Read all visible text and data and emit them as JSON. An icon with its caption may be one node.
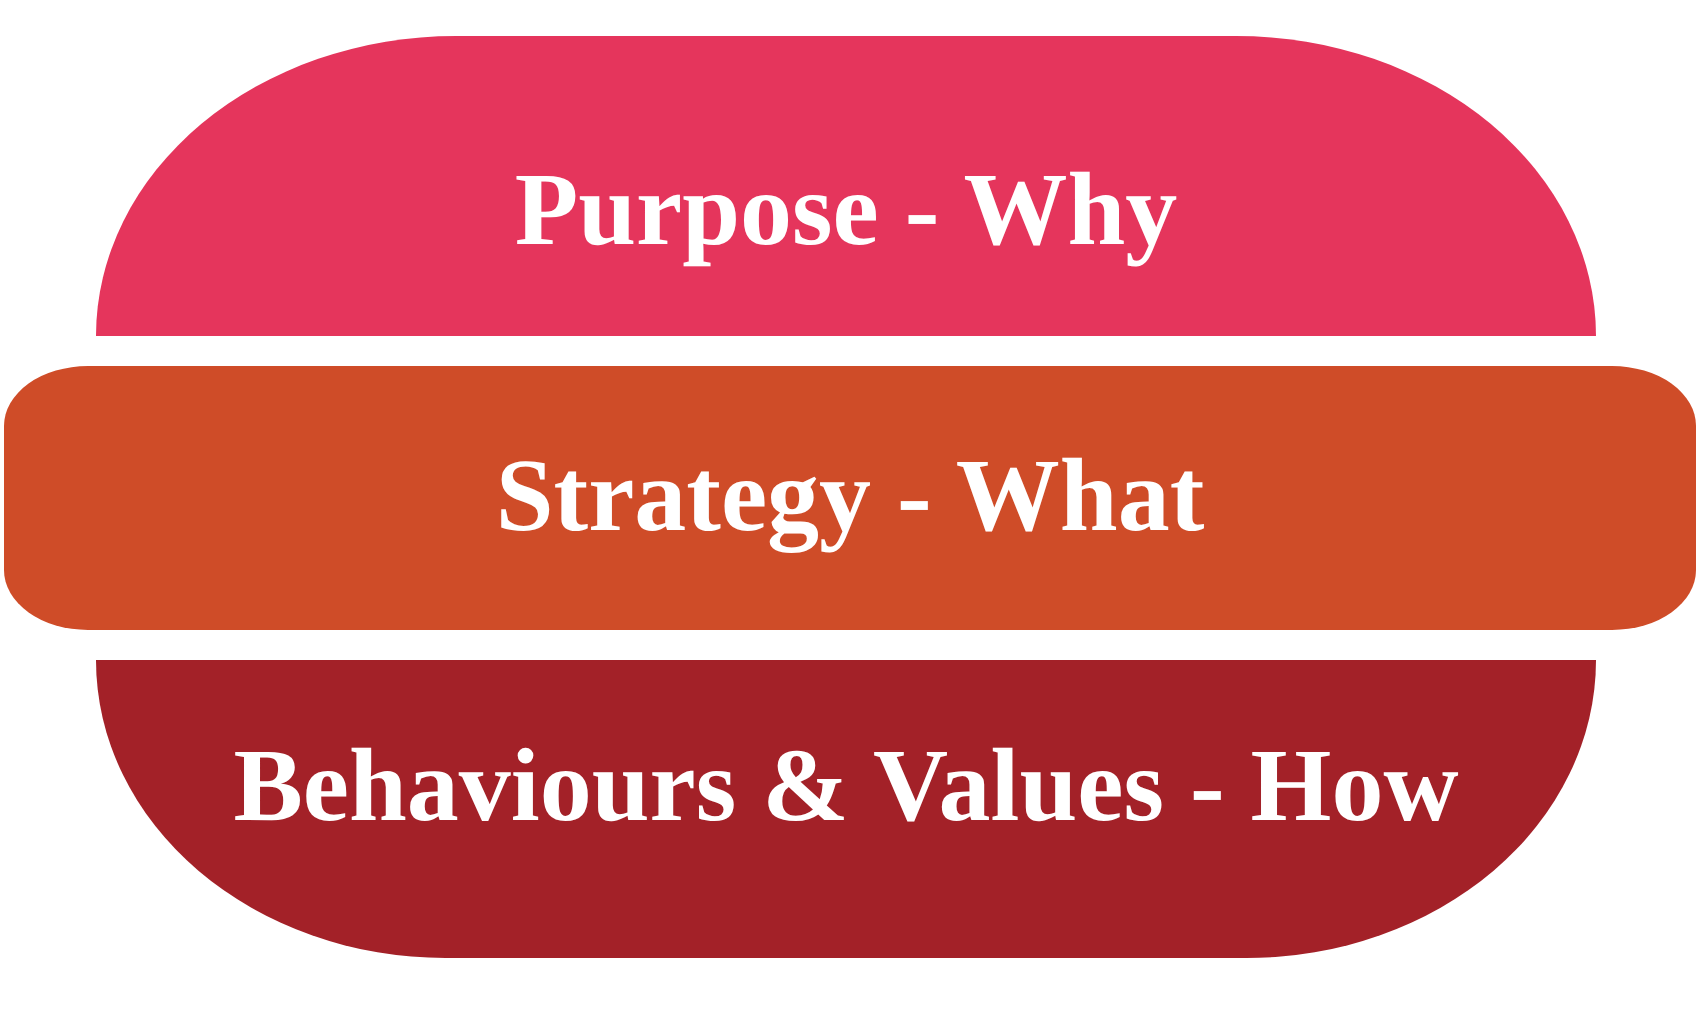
{
  "diagram": {
    "nodes": [
      {
        "text": [
          "Purpose - Why"
        ]
      },
      {
        "text": [
          "Strategy - What"
        ]
      },
      {
        "text": [
          "Behaviours & Values - How"
        ]
      }
    ]
  }
}
